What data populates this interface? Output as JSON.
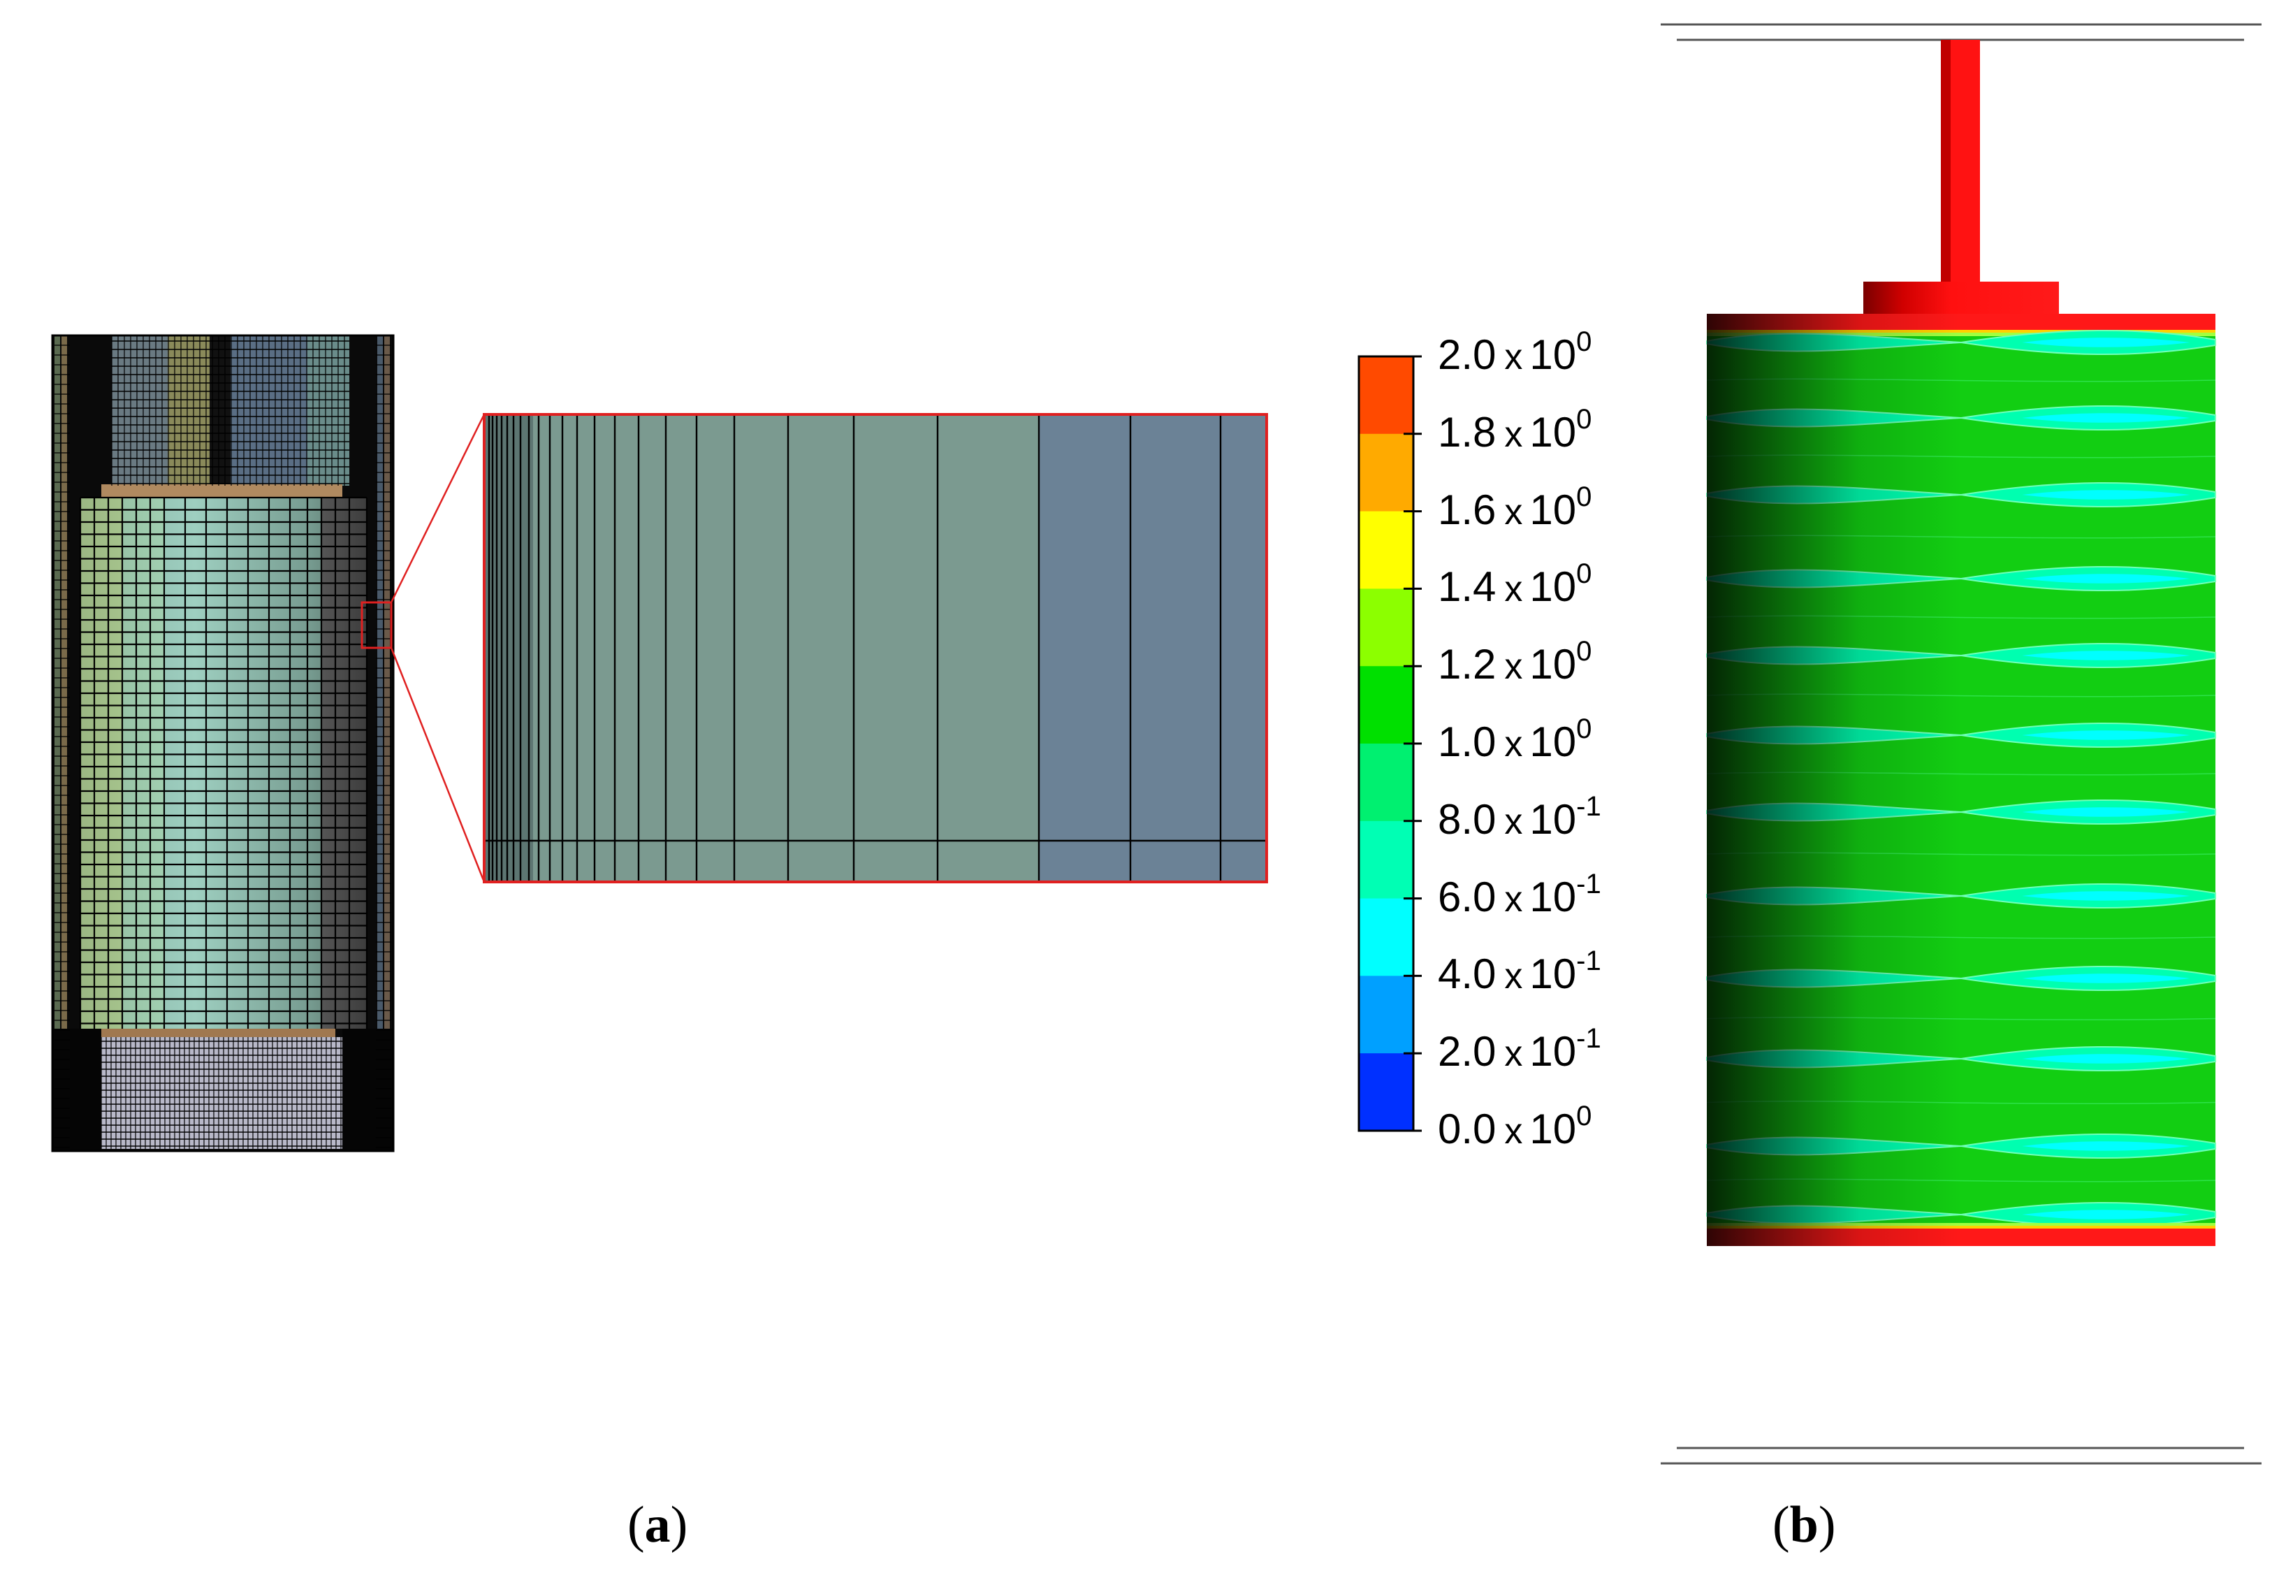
{
  "figure": {
    "panels": [
      {
        "id": "a",
        "label": "a"
      },
      {
        "id": "b",
        "label": "b"
      }
    ]
  },
  "colorbar": {
    "ticks": [
      {
        "mantissa": "2.0",
        "times": "x",
        "base": "10",
        "exponent": "0"
      },
      {
        "mantissa": "1.8",
        "times": "x",
        "base": "10",
        "exponent": "0"
      },
      {
        "mantissa": "1.6",
        "times": "x",
        "base": "10",
        "exponent": "0"
      },
      {
        "mantissa": "1.4",
        "times": "x",
        "base": "10",
        "exponent": "0"
      },
      {
        "mantissa": "1.2",
        "times": "x",
        "base": "10",
        "exponent": "0"
      },
      {
        "mantissa": "1.0",
        "times": "x",
        "base": "10",
        "exponent": "0"
      },
      {
        "mantissa": "8.0",
        "times": "x",
        "base": "10",
        "exponent": "-1"
      },
      {
        "mantissa": "6.0",
        "times": "x",
        "base": "10",
        "exponent": "-1"
      },
      {
        "mantissa": "4.0",
        "times": "x",
        "base": "10",
        "exponent": "-1"
      },
      {
        "mantissa": "2.0",
        "times": "x",
        "base": "10",
        "exponent": "-1"
      },
      {
        "mantissa": "0.0",
        "times": "x",
        "base": "10",
        "exponent": "0"
      }
    ],
    "bands_top_to_bottom": [
      "#ff4a00",
      "#ffaa00",
      "#ffff00",
      "#8cff00",
      "#00e000",
      "#00f070",
      "#00ffb4",
      "#00ffff",
      "#00a0ff",
      "#0030ff"
    ]
  },
  "colors": {
    "zoom_frame": "#e02020",
    "mesh_line": "#000000",
    "contour_red": "#ff1010",
    "contour_green": "#18e018"
  }
}
